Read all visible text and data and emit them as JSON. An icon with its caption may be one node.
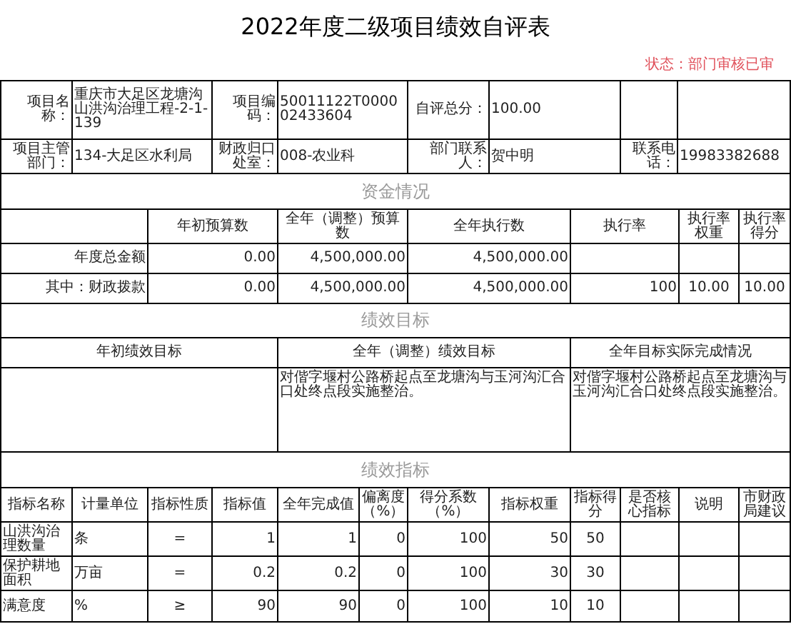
{
  "diagram": {
    "title": "2022年度二级项目绩效自评表",
    "labels": [
      "状态：部门审核已审",
      "项目名称：",
      "重庆市大足区龙塘沟山洪沟治理工程-2-1-139",
      "项目编码：",
      "50011122T000002433604",
      "自评总分：",
      "100.00",
      "项目主管部门：",
      "134-大足区水利局",
      "财政归口处室：",
      "008-农业科",
      "部门联系人：",
      "贺中明",
      "联系电话：",
      "19983382688",
      "资金情况",
      "年初预算数",
      "全年（调整）预算数",
      "全年执行数",
      "执行率",
      "执行率权重",
      "执行率得分",
      "年度总金额",
      "0.00",
      "4,500,000.00",
      "4,500,000.00",
      "其中：财政拨款",
      "0.00",
      "4,500,000.00",
      "4,500,000.00",
      "100",
      "10.00",
      "10.00",
      "绩效目标",
      "年初绩效目标",
      "全年（调整）绩效目标",
      "全年目标实际完成情况",
      "对偕字堰村公路桥起点至龙塘沟与玉河沟汇合口处终点段实施整治。",
      "对偕字堰村公路桥起点至龙塘沟与玉河沟汇合口处终点段实施整治。",
      "绩效指标",
      "指标名称",
      "计量单位",
      "指标性质",
      "指标值",
      "全年完成值",
      "偏离度（%）",
      "得分系数（%）",
      "指标权重",
      "指标得分",
      "是否核心指标",
      "说明",
      "市财政局建议",
      "山洪沟治理数量",
      "条",
      "=",
      "1",
      "1",
      "0",
      "100",
      "50",
      "50",
      "保护耕地面积",
      "万亩",
      "=",
      "0.2",
      "0.2",
      "0",
      "100",
      "30",
      "30",
      "满意度",
      "%",
      "≥",
      "90",
      "90",
      "0",
      "100",
      "10",
      "10"
    ]
  }
}
